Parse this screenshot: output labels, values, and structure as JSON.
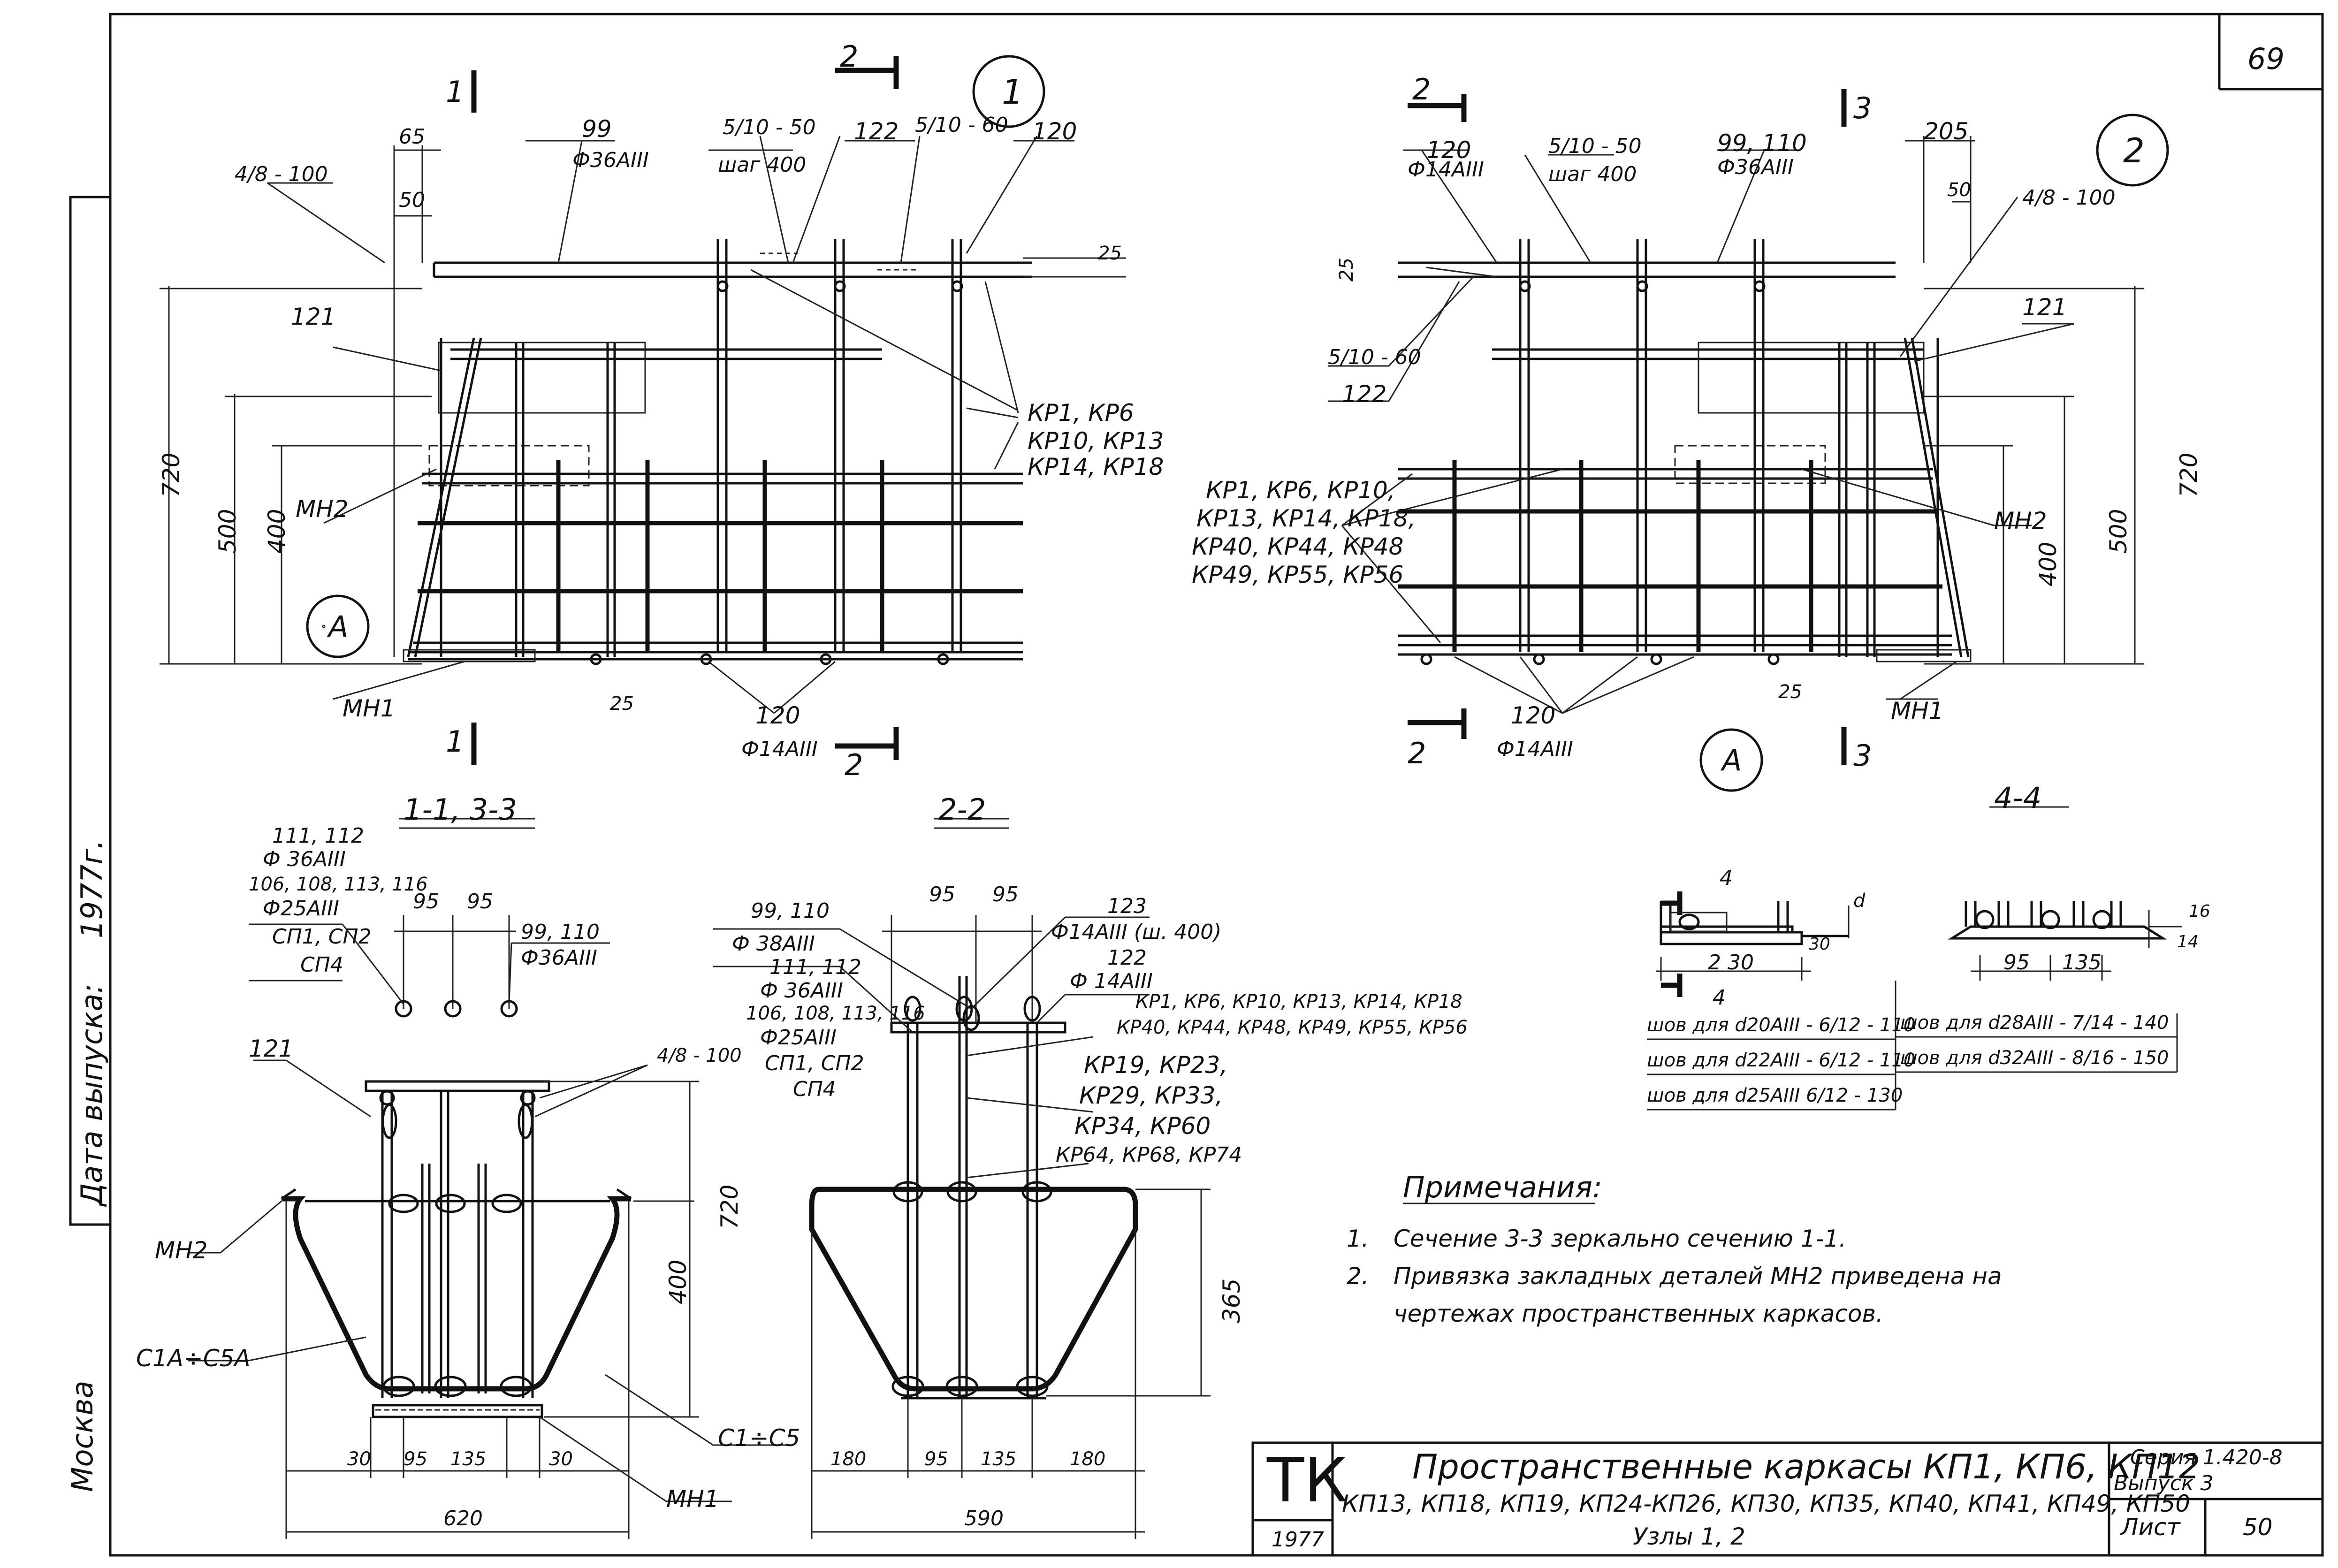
{
  "sheet_number": "69",
  "sidebar": {
    "date_label": "Дата выпуска:",
    "year": "1977г.",
    "city": "Москва"
  },
  "node1": {
    "circle": "1",
    "section_1": "1",
    "section_2": "2",
    "dim_65": "65",
    "dim_50": "50",
    "lbl_4_8_100": "4/8 - 100",
    "lbl_99": "99",
    "lbl_d36": "Ф36АIII",
    "lbl_5_10_50": "5/10 - 50",
    "lbl_step400": "шаг 400",
    "lbl_122": "122",
    "lbl_5_10_60": "5/10 - 60",
    "lbl_120": "120",
    "dim_25": "25",
    "lbl_121": "121",
    "callout_a": "КР1, КР6",
    "callout_b": "КР10, КР13",
    "callout_c": "КР14, КР18",
    "dim_720": "720",
    "dim_500": "500",
    "dim_400": "400",
    "lbl_mn2": "МН2",
    "lbl_mn1": "МН1",
    "circle_a": "А",
    "dim_25b": "25",
    "lbl_120b": "120",
    "lbl_d14": "Ф14АIII"
  },
  "node2": {
    "circle": "2",
    "section_2": "2",
    "section_3": "3",
    "lbl_120": "120",
    "lbl_d14": "Ф14АIII",
    "lbl_5_10_50": "5/10 - 50",
    "lbl_step400": "шаг 400",
    "lbl_99_110": "99, 110",
    "lbl_d36": "Ф36АIII",
    "dim_205": "205",
    "dim_50": "50",
    "lbl_4_8_100": "4/8 - 100",
    "dim_25": "25",
    "lbl_5_10_60": "5/10 - 60",
    "lbl_122": "122",
    "lbl_121": "121",
    "callout_1": "КР1, КР6, КР10,",
    "callout_2": "КР13, КР14, КР18,",
    "callout_3": "КР40, КР44, КР48",
    "callout_4": "КР49, КР55, КР56",
    "lbl_mn2": "МН2",
    "dim_720": "720",
    "dim_500": "500",
    "dim_400": "400",
    "dim_25b": "25",
    "lbl_mn1": "МН1",
    "lbl_120b": "120",
    "lbl_d14b": "Ф14АIII",
    "circle_a": "А"
  },
  "sec11": {
    "title": "1-1, 3-3",
    "l1": "111, 112",
    "l2": "Ф 36АIII",
    "l3": "106, 108, 113, 116",
    "l4": "Ф25АIII",
    "l5": "СП1, СП2",
    "l6": "СП4",
    "dim_95a": "95",
    "dim_95b": "95",
    "r1": "99, 110",
    "r2": "Ф36АIII",
    "lbl_121": "121",
    "lbl_4_8_100": "4/8 - 100",
    "lbl_mn2": "МН2",
    "dim_720": "720",
    "dim_400": "400",
    "lbl_c1a": "С1А÷С5А",
    "lbl_c1": "С1÷С5",
    "lbl_mn1": "МН1",
    "d30a": "30",
    "d95": "95",
    "d135": "135",
    "d30b": "30",
    "d620": "620"
  },
  "sec22": {
    "title": "2-2",
    "dim_95a": "95",
    "dim_95b": "95",
    "l1": "99, 110",
    "l2": "Ф 38АIII",
    "l3": "111, 112",
    "l4": "Ф 36АIII",
    "l5": "106, 108, 113, 116",
    "l6": "Ф25АIII",
    "l7": "СП1, СП2",
    "l8": "СП4",
    "r1": "123",
    "r2": "Ф14АIII (ш. 400)",
    "r3": "122",
    "r4": "Ф 14АIII",
    "k1": "КР1, КР6, КР10, КР13, КР14, КР18",
    "k2": "КР40, КР44, КР48, КР49, КР55, КР56",
    "k3": "КР19, КР23,",
    "k4": "КР29, КР33,",
    "k5": "КР34, КР60",
    "k6": "КР64, КР68, КР74",
    "dim_365": "365",
    "d180a": "180",
    "d95": "95",
    "d135": "135",
    "d180b": "180",
    "d590": "590"
  },
  "sec44": {
    "title": "4-4",
    "mark_4a": "4",
    "mark_4b": "4",
    "dim_d": "d",
    "dim_30": "30",
    "dim_230": "2 30",
    "dim_16": "16",
    "dim_14": "14",
    "dim_95": "95",
    "dim_135": "135",
    "w1": "шов для d20АIII - 6/12 - 110",
    "w2": "шов для d22АIII - 6/12 - 110",
    "w3": "шов для d25АIII 6/12 - 130",
    "w4": "шов для d28АIII - 7/14 - 140",
    "w5": "шов для d32АIII - 8/16 - 150"
  },
  "notes": {
    "title": "Примечания:",
    "n1_num": "1.",
    "n1": "Сечение 3-3 зеркально сечению 1-1.",
    "n2_num": "2.",
    "n2a": "Привязка закладных деталей МН2 приведена на",
    "n2b": "чертежах пространственных каркасов."
  },
  "stamp": {
    "logo": "ТК",
    "year": "1977",
    "title1": "Пространственные каркасы КП1, КП6, КП12",
    "title2": "КП13, КП18, КП19, КП24-КП26, КП30, КП35, КП40, КП41, КП49, КП50",
    "title3": "Узлы 1, 2",
    "series": "Серия 1.420-8",
    "issue": "Выпуск 3",
    "sheet_label": "Лист",
    "sheet_no": "50"
  }
}
